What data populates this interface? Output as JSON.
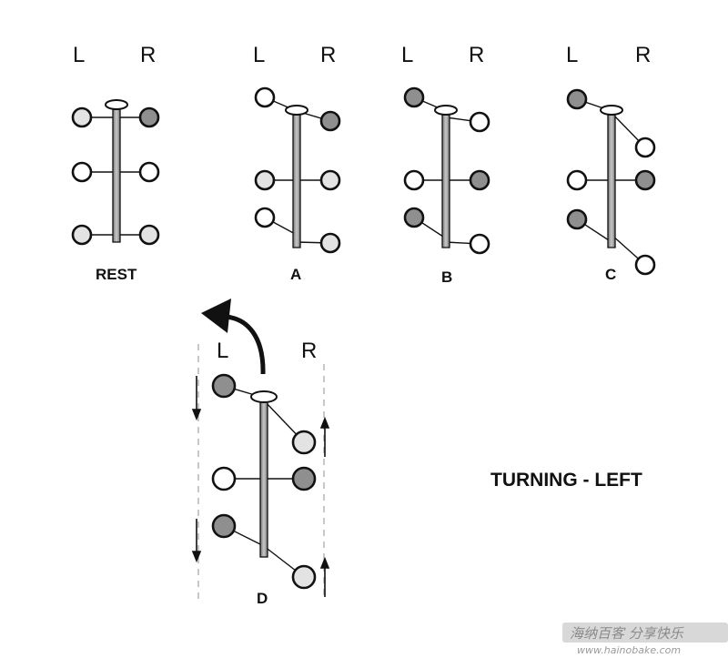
{
  "title": "TURNING - LEFT",
  "side_left": "L",
  "side_right": "R",
  "colors": {
    "dark": "#8f8f8f",
    "light": "#e3e3e3",
    "white": "#ffffff",
    "stroke": "#111111",
    "axis": "#9e9e9e"
  },
  "panels": [
    {
      "id": "rest",
      "label": "REST",
      "wheels": {
        "left": [
          "light",
          "white",
          "light"
        ],
        "right": [
          "dark",
          "white",
          "light"
        ]
      }
    },
    {
      "id": "a",
      "label": "A",
      "wheels": {
        "left": [
          "white",
          "light",
          "white"
        ],
        "right": [
          "dark",
          "light",
          "light"
        ]
      }
    },
    {
      "id": "b",
      "label": "B",
      "wheels": {
        "left": [
          "dark",
          "white",
          "dark"
        ],
        "right": [
          "white",
          "dark",
          "white"
        ]
      }
    },
    {
      "id": "c",
      "label": "C",
      "wheels": {
        "left": [
          "dark",
          "white",
          "dark"
        ],
        "right": [
          "white",
          "dark",
          "white"
        ]
      }
    },
    {
      "id": "d",
      "label": "D",
      "wheels": {
        "left": [
          "dark",
          "white",
          "dark"
        ],
        "right": [
          "light",
          "dark",
          "light"
        ]
      }
    }
  ],
  "watermark": {
    "text": "海纳百客 分享快乐",
    "url": "www.hainobake.com"
  }
}
